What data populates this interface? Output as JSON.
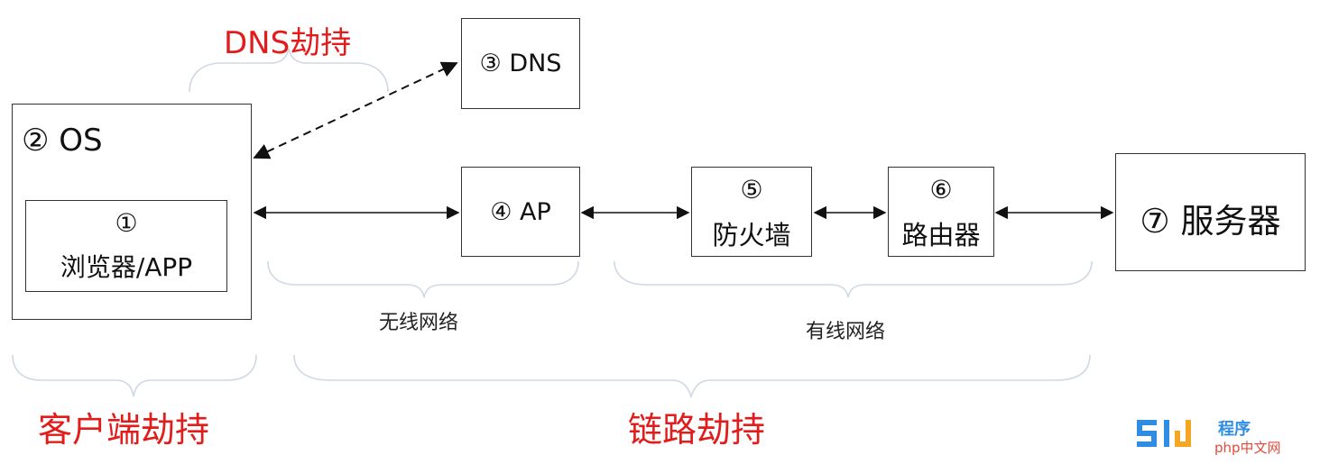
{
  "nodes": {
    "os": "② OS",
    "browser_num": "①",
    "browser_label": "浏览器/APP",
    "dns": "③ DNS",
    "ap": "④  AP",
    "firewall_num": "⑤",
    "firewall_label": "防火墙",
    "router_num": "⑥",
    "router_label": "路由器",
    "server": "⑦ 服务器"
  },
  "labels": {
    "dns_hijack": "DNS劫持",
    "client_hijack": "客户端劫持",
    "link_hijack": "链路劫持",
    "wireless": "无线网络",
    "wired": "有线网络"
  },
  "watermark": {
    "top": "程序",
    "bottom": "php中文网"
  },
  "colors": {
    "hijack_label": "#e21b1b",
    "stroke": "#333333",
    "brace": "#cfd8e3",
    "wm_blue": "#2f8de3",
    "wm_orange": "#f5a623",
    "wm_red": "#e24a3b"
  }
}
